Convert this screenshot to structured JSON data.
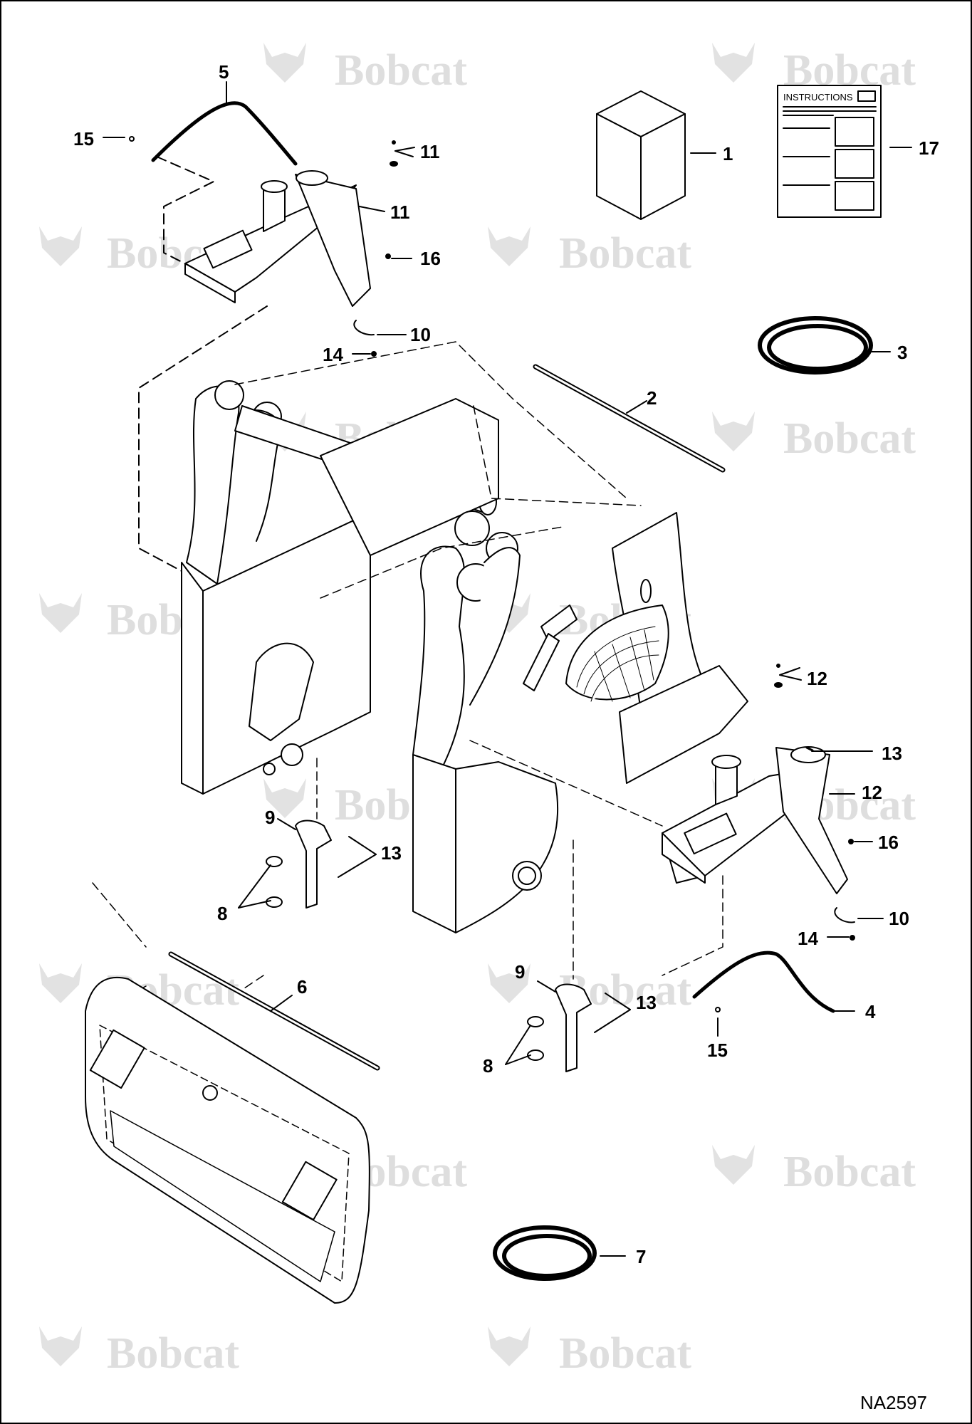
{
  "figure": {
    "id": "NA2597"
  },
  "watermark": {
    "text": "Bobcat"
  },
  "instructions": {
    "title": "INSTRUCTIONS"
  },
  "callouts": {
    "c1": "1",
    "c2": "2",
    "c3": "3",
    "c4": "4",
    "c5": "5",
    "c6": "6",
    "c7": "7",
    "c8a": "8",
    "c8b": "8",
    "c9a": "9",
    "c9b": "9",
    "c10a": "10",
    "c10b": "10",
    "c11a": "11",
    "c11b": "11",
    "c12a": "12",
    "c12b": "12",
    "c13a": "13",
    "c13b": "13",
    "c13c": "13",
    "c14a": "14",
    "c14b": "14",
    "c15a": "15",
    "c15b": "15",
    "c16a": "16",
    "c16b": "16",
    "c17": "17"
  }
}
